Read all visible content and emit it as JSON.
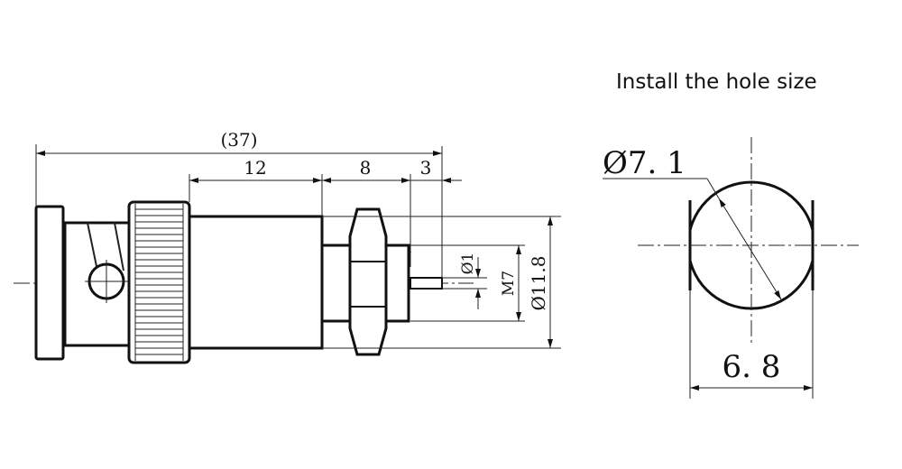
{
  "title": "Install the hole size",
  "side_view": {
    "overall_length": "(37)",
    "body_length": "12",
    "thread_length": "8",
    "pin_length": "3",
    "pin_diameter": "Ø1",
    "thread_size": "M7",
    "body_diameter": "Ø11.8"
  },
  "hole_view": {
    "hole_diameter": "Ø7. 1",
    "flat_width": "6. 8"
  }
}
